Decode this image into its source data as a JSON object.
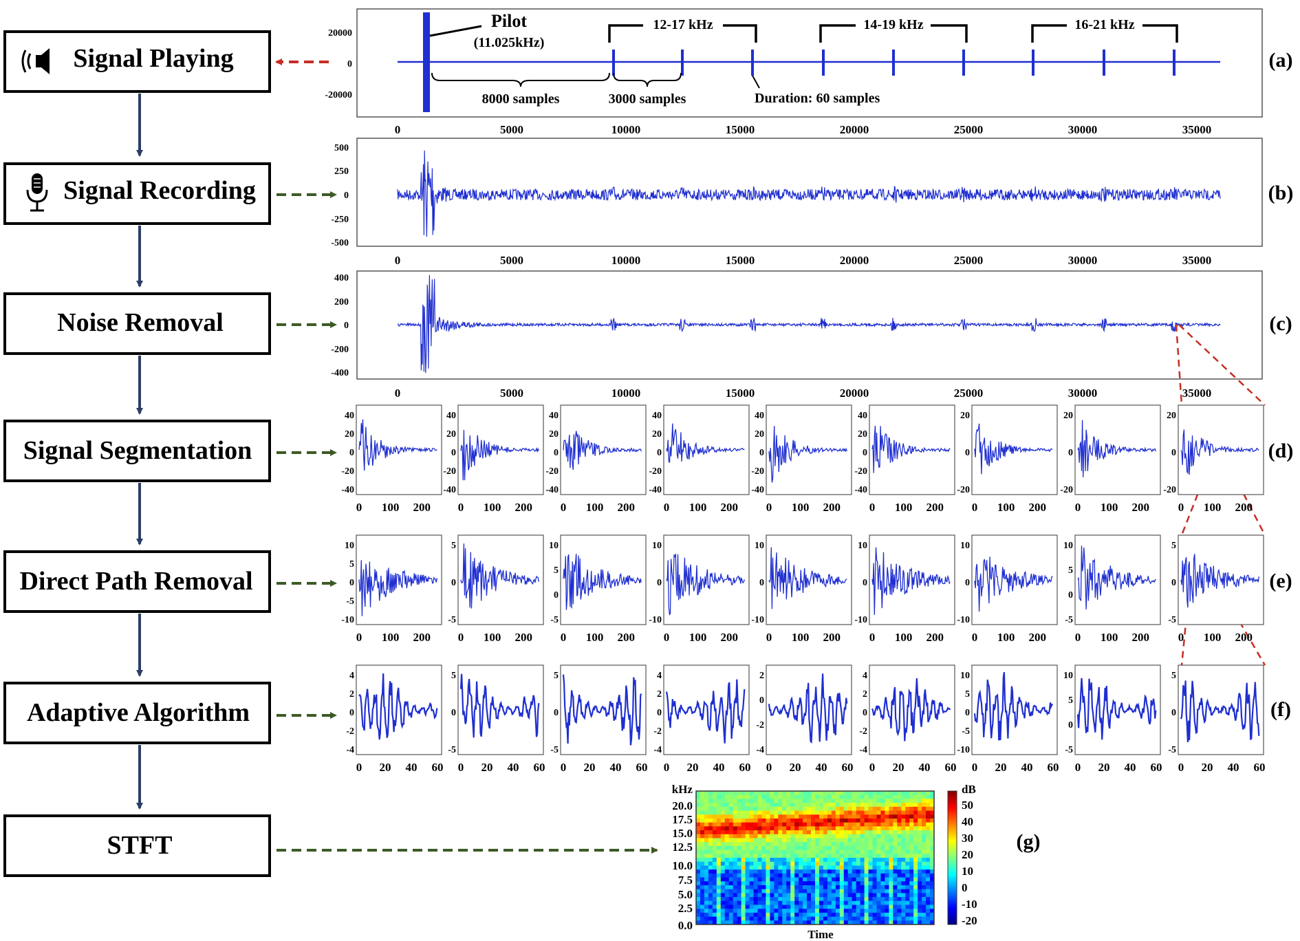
{
  "colors": {
    "signal": "#1f2fd0",
    "step_arrow": "#2c3e66",
    "red_dash": "#c62d24",
    "green_dash": "#3d5a26",
    "box_border": "#000000"
  },
  "steps": [
    {
      "label": "Signal Playing",
      "icon": "speaker-icon",
      "arrow_color": "red"
    },
    {
      "label": "Signal Recording",
      "icon": "microphone-icon",
      "arrow_color": "green"
    },
    {
      "label": "Noise Removal",
      "icon": "",
      "arrow_color": "green"
    },
    {
      "label": "Signal Segmentation",
      "icon": "",
      "arrow_color": "green"
    },
    {
      "label": "Direct Path Removal",
      "icon": "",
      "arrow_color": "green"
    },
    {
      "label": "Adaptive Algorithm",
      "icon": "",
      "arrow_color": "green"
    },
    {
      "label": "STFT",
      "icon": "",
      "arrow_color": "green"
    }
  ],
  "panel_labels": [
    "(a)",
    "(b)",
    "(c)",
    "(d)",
    "(e)",
    "(f)",
    "(g)"
  ],
  "panel_a": {
    "yticks": [
      "20000",
      "0",
      "-20000"
    ],
    "xticks": [
      "0",
      "5000",
      "10000",
      "15000",
      "20000",
      "25000",
      "30000",
      "35000"
    ],
    "pilot_label": "Pilot",
    "pilot_freq": "(11.025kHz)",
    "bands": [
      "12-17 kHz",
      "14-19 kHz",
      "16-21 kHz"
    ],
    "gap_pilot": "8000 samples",
    "gap_chirp": "3000 samples",
    "duration": "Duration: 60 samples"
  },
  "panel_b": {
    "yticks": [
      "500",
      "250",
      "0",
      "-250",
      "-500"
    ],
    "xticks": [
      "0",
      "5000",
      "10000",
      "15000",
      "20000",
      "25000",
      "30000",
      "35000"
    ]
  },
  "panel_c": {
    "yticks": [
      "400",
      "200",
      "0",
      "-200",
      "-400"
    ],
    "xticks": [
      "0",
      "5000",
      "10000",
      "15000",
      "20000",
      "25000",
      "30000",
      "35000"
    ]
  },
  "panel_d": {
    "xticks": [
      "0",
      "100",
      "200"
    ],
    "yticks_sets": [
      [
        "40",
        "20",
        "0",
        "-20",
        "-40"
      ],
      [
        "40",
        "20",
        "0",
        "-20",
        "-40"
      ],
      [
        "40",
        "20",
        "0",
        "-20",
        "-40"
      ],
      [
        "40",
        "20",
        "0",
        "-20",
        "-40"
      ],
      [
        "40",
        "20",
        "0",
        "-20",
        "-40"
      ],
      [
        "40",
        "20",
        "0",
        "-20",
        "-40"
      ],
      [
        "20",
        "0",
        "-20"
      ],
      [
        "20",
        "0",
        "-20"
      ],
      [
        "20",
        "0",
        "-20"
      ]
    ]
  },
  "panel_e": {
    "xticks": [
      "0",
      "100",
      "200"
    ],
    "yticks_sets": [
      [
        "10",
        "5",
        "0",
        "-5",
        "-10"
      ],
      [
        "5",
        "0",
        "-5"
      ],
      [
        "10",
        "5",
        "0",
        "-5"
      ],
      [
        "10",
        "0",
        "-10"
      ],
      [
        "10",
        "0",
        "-10"
      ],
      [
        "10",
        "0",
        "-10"
      ],
      [
        "10",
        "0",
        "-10"
      ],
      [
        "10",
        "5",
        "0",
        "-5"
      ],
      [
        "5",
        "0",
        "-5"
      ]
    ]
  },
  "panel_f": {
    "xticks": [
      "0",
      "20",
      "40",
      "60"
    ],
    "yticks_sets": [
      [
        "4",
        "2",
        "0",
        "-2",
        "-4"
      ],
      [
        "5",
        "0",
        "-5"
      ],
      [
        "5",
        "0",
        "-5"
      ],
      [
        "4",
        "2",
        "0",
        "-2",
        "-4"
      ],
      [
        "2",
        "0",
        "-2",
        "-4"
      ],
      [
        "4",
        "2",
        "0",
        "-2",
        "-4"
      ],
      [
        "10",
        "5",
        "0",
        "-5",
        "-10"
      ],
      [
        "10",
        "5",
        "0",
        "-5"
      ],
      [
        "5",
        "0",
        "-5"
      ]
    ]
  },
  "panel_g": {
    "y_unit": "kHz",
    "yticks": [
      "20.0",
      "17.5",
      "15.0",
      "12.5",
      "10.0",
      "7.5",
      "5.0",
      "2.5",
      "0.0"
    ],
    "xlabel": "Time",
    "colorbar_unit": "dB",
    "colorbar_ticks": [
      "50",
      "40",
      "30",
      "20",
      "10",
      "0",
      "-10",
      "-20"
    ]
  }
}
